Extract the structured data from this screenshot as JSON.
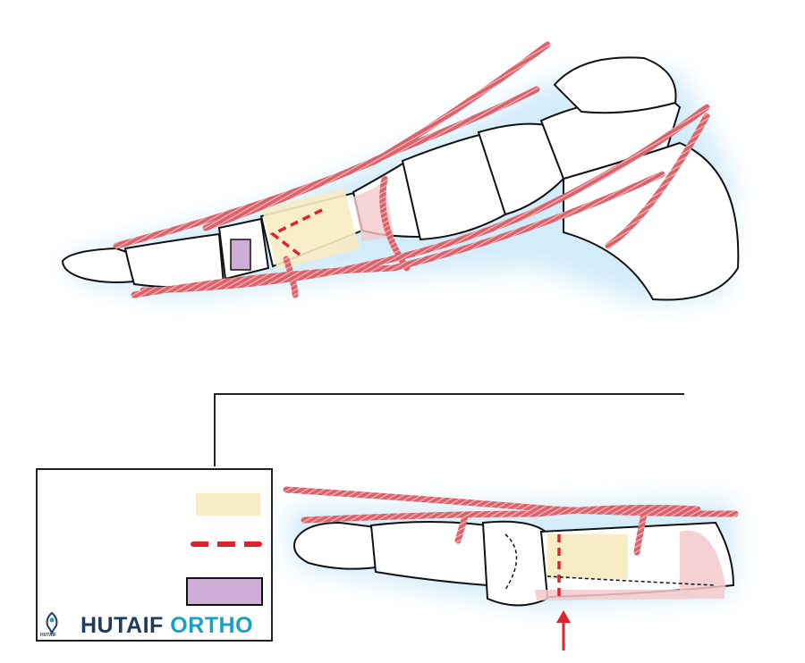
{
  "brand": {
    "part1": "HUTAIF",
    "part2": "ORTHO",
    "logo_text": "HUTAIF"
  },
  "legend": {
    "graft_color": "#f7ecc3",
    "osteotomy_line_color": "#e0222e",
    "plate_color": "#cdaed6"
  },
  "colors": {
    "artery": "#d9626b",
    "bone_outline": "#111111",
    "glow": "#d3ecfa"
  }
}
